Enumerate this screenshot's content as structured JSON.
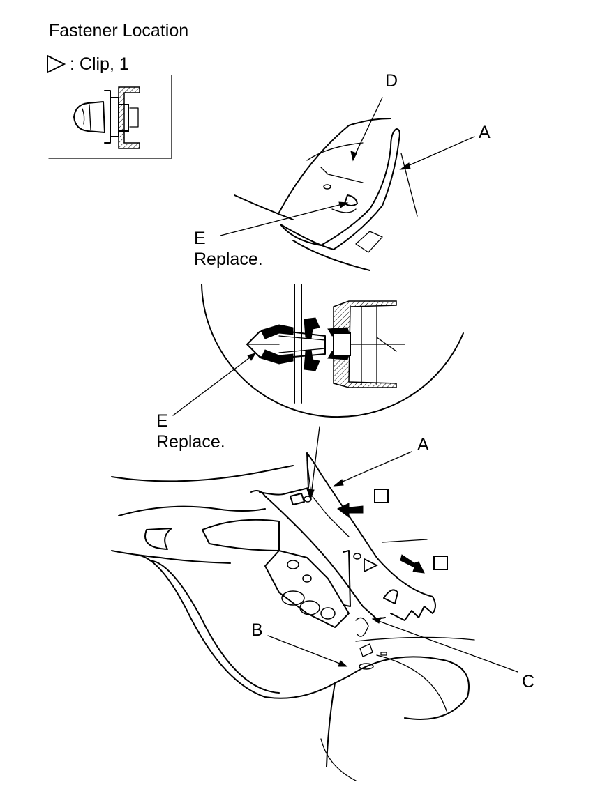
{
  "title": "Fastener Location",
  "legend": {
    "symbol_icon": "triangle-outline-icon",
    "text": ": Clip, 1"
  },
  "labels": {
    "top_d": "D",
    "top_a": "A",
    "top_e": "E",
    "top_replace": "Replace.",
    "mid_e": "E",
    "mid_replace": "Replace.",
    "low_a": "A",
    "b": "B",
    "c": "C"
  },
  "checkboxes": [
    "",
    ""
  ]
}
